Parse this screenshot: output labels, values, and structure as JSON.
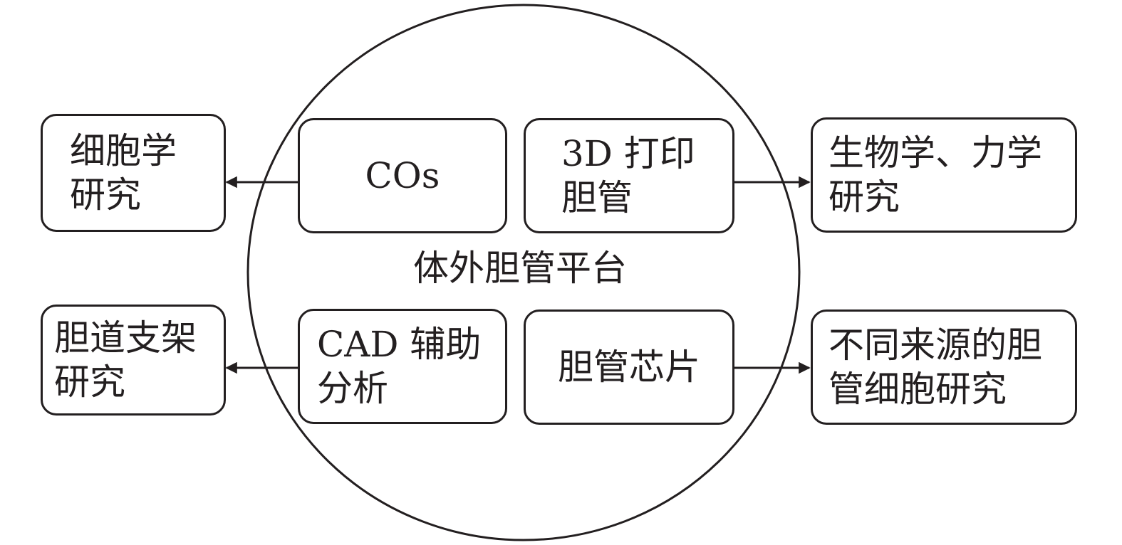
{
  "diagram": {
    "center_label": "体外胆管平台",
    "inner": {
      "cos": "COs",
      "print3d": "3D 打印\n胆管",
      "cad": "CAD 辅助\n分析",
      "chip": "胆管芯片"
    },
    "outer": {
      "cell_study": "细胞学\n研究",
      "biomech_study": "生物学、力学\n研究",
      "stent_study": "胆道支架\n研究",
      "cell_source_study": "不同来源的胆\n管细胞研究"
    },
    "colors": {
      "stroke": "#231f20",
      "background": "#ffffff"
    }
  }
}
